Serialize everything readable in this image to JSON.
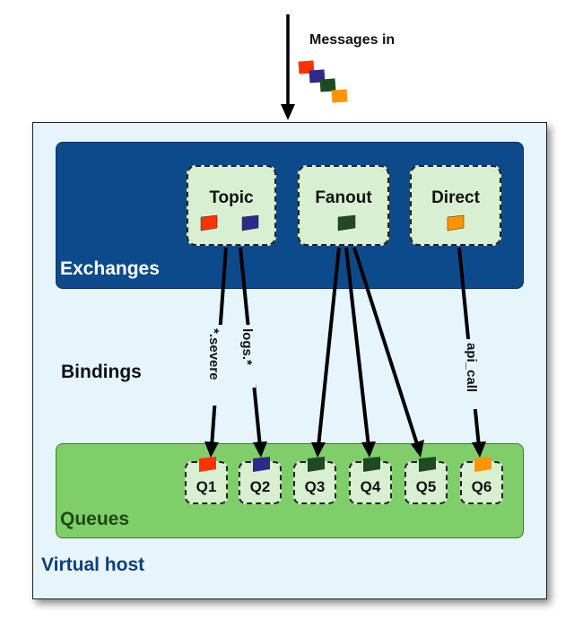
{
  "messages_in": "Messages in",
  "exchanges_title": "Exchanges",
  "bindings_title": "Bindings",
  "queues_title": "Queues",
  "virtual_host_title": "Virtual host",
  "exchanges": [
    {
      "label": "Topic"
    },
    {
      "label": "Fanout"
    },
    {
      "label": "Direct"
    }
  ],
  "binding_keys": [
    {
      "label": "*.severe"
    },
    {
      "label": "logs.*"
    },
    {
      "label": "api_call"
    }
  ],
  "queues": [
    {
      "label": "Q1"
    },
    {
      "label": "Q2"
    },
    {
      "label": "Q3"
    },
    {
      "label": "Q4"
    },
    {
      "label": "Q5"
    },
    {
      "label": "Q6"
    }
  ],
  "colors": {
    "red": "#ff3300",
    "blue": "#2d2a8a",
    "dark_green": "#1f4a22",
    "orange": "#ff9400",
    "exchanges_bg": "#0d4a8c",
    "queues_bg": "#7fce6a",
    "vhost_bg": "#e6f4fc",
    "box_bg": "#d9efd2"
  }
}
